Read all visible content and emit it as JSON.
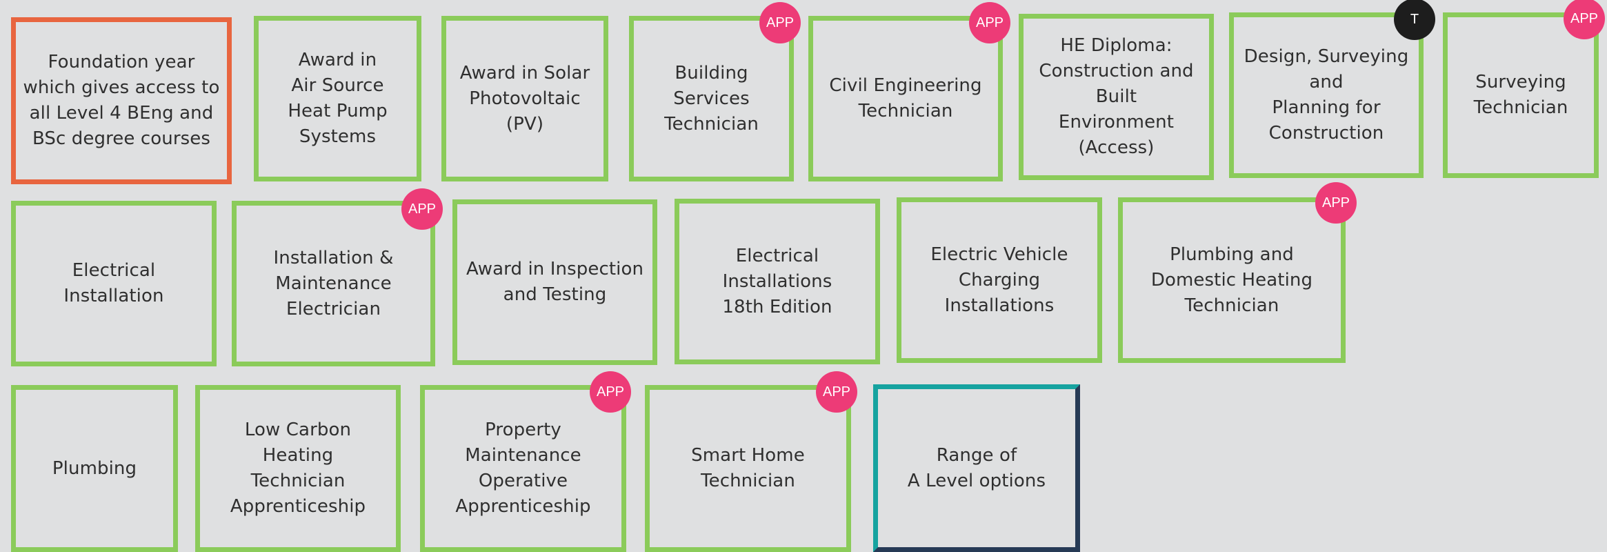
{
  "colors": {
    "background": "#dfe0e1",
    "default_border": "#8bcb5a",
    "foundation_border": "#e8653f",
    "a_level_border_left_top": "#16a3a0",
    "a_level_border_right_bottom": "#263a55",
    "app_badge": "#ed3b77",
    "t_badge": "#1d1d1d",
    "text": "#2f2f2f"
  },
  "cards": [
    {
      "id": "foundation-year",
      "label": "Foundation year\nwhich gives access to\nall Level 4 BEng and\nBSc degree courses",
      "border_style": "foundation",
      "badge": null
    },
    {
      "id": "air-source-heat-pump",
      "label": "Award in\nAir Source\nHeat Pump\nSystems",
      "border_style": "default",
      "badge": null
    },
    {
      "id": "solar-photovoltaic",
      "label": "Award in Solar\nPhotovoltaic\n(PV)",
      "border_style": "default",
      "badge": null
    },
    {
      "id": "building-services-technician",
      "label": "Building\nServices\nTechnician",
      "border_style": "default",
      "badge": "APP"
    },
    {
      "id": "civil-engineering-technician",
      "label": "Civil Engineering\nTechnician",
      "border_style": "default",
      "badge": "APP"
    },
    {
      "id": "he-diploma-construction",
      "label": "HE Diploma:\nConstruction and\nBuilt\nEnvironment\n(Access)",
      "border_style": "default",
      "badge": null
    },
    {
      "id": "design-surveying-planning",
      "label": "Design, Surveying\nand\nPlanning for\nConstruction",
      "border_style": "default",
      "badge": "T"
    },
    {
      "id": "surveying-technician",
      "label": "Surveying\nTechnician",
      "border_style": "default",
      "badge": "APP"
    },
    {
      "id": "electrical-installation",
      "label": "Electrical Installation",
      "border_style": "default",
      "badge": null
    },
    {
      "id": "installation-maintenance-electrician",
      "label": "Installation &\nMaintenance\nElectrician",
      "border_style": "default",
      "badge": "APP"
    },
    {
      "id": "inspection-and-testing",
      "label": "Award in Inspection\nand Testing",
      "border_style": "default",
      "badge": null
    },
    {
      "id": "electrical-installations-18th",
      "label": "Electrical\nInstallations\n18th Edition",
      "border_style": "default",
      "badge": null
    },
    {
      "id": "ev-charging-installations",
      "label": "Electric Vehicle\nCharging\nInstallations",
      "border_style": "default",
      "badge": null
    },
    {
      "id": "plumbing-domestic-heating",
      "label": "Plumbing and\nDomestic Heating\nTechnician",
      "border_style": "default",
      "badge": "APP"
    },
    {
      "id": "plumbing",
      "label": "Plumbing",
      "border_style": "default",
      "badge": null
    },
    {
      "id": "low-carbon-heating",
      "label": "Low Carbon\nHeating\nTechnician\nApprenticeship",
      "border_style": "default",
      "badge": null
    },
    {
      "id": "property-maintenance-operative",
      "label": "Property\nMaintenance\nOperative\nApprenticeship",
      "border_style": "default",
      "badge": "APP"
    },
    {
      "id": "smart-home-technician",
      "label": "Smart Home\nTechnician",
      "border_style": "default",
      "badge": "APP"
    },
    {
      "id": "a-level-options",
      "label": "Range of\nA Level options",
      "border_style": "a-level",
      "badge": null
    }
  ]
}
